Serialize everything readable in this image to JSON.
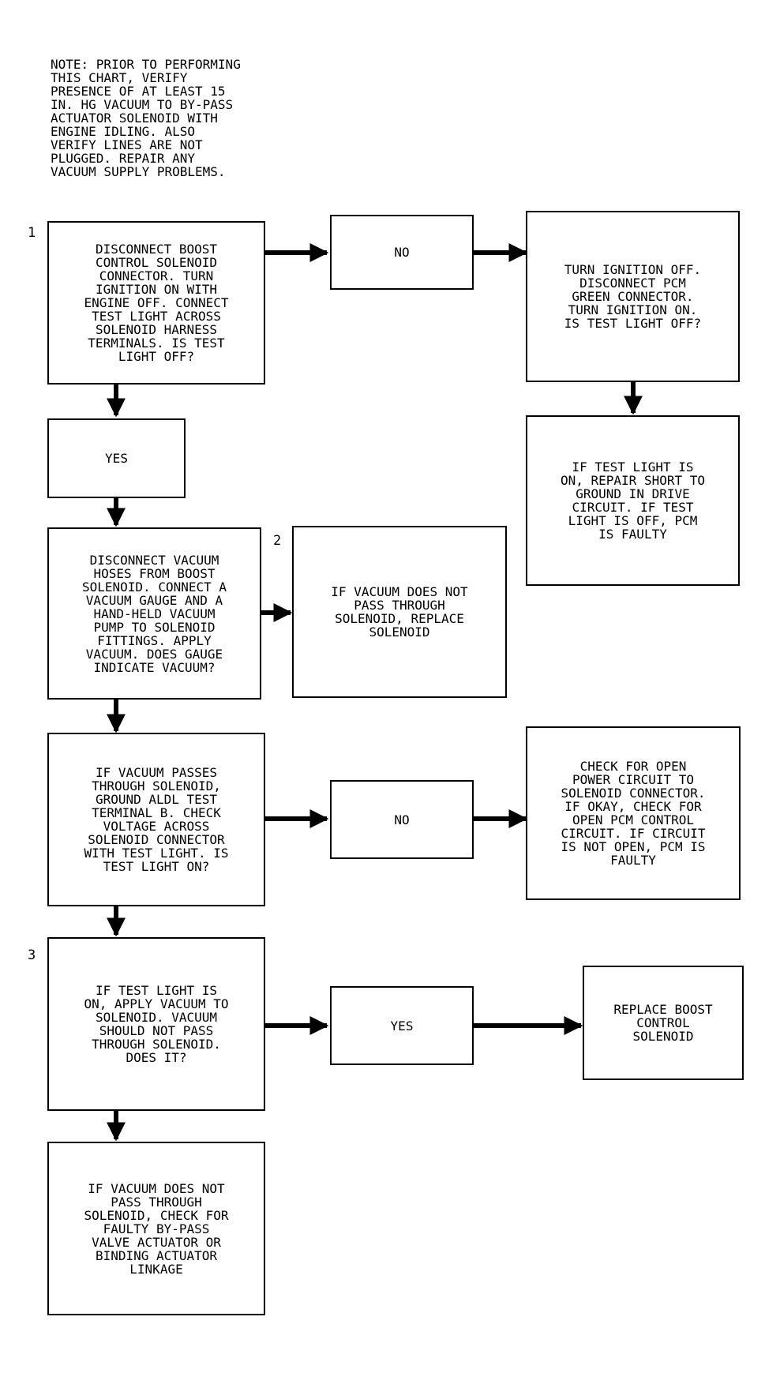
{
  "note": "NOTE: PRIOR TO PERFORMING\nTHIS CHART, VERIFY\nPRESENCE OF AT LEAST 15\nIN. HG VACUUM TO BY-PASS\nACTUATOR SOLENOID WITH\nENGINE IDLING. ALSO\nVERIFY LINES ARE NOT\nPLUGGED. REPAIR ANY\nVACUUM SUPPLY PROBLEMS.",
  "steps": {
    "s1": "1",
    "s2": "2",
    "s3": "3"
  },
  "boxes": {
    "b1": "DISCONNECT BOOST\nCONTROL SOLENOID\nCONNECTOR. TURN\nIGNITION ON WITH\nENGINE OFF. CONNECT\nTEST LIGHT ACROSS\nSOLENOID HARNESS\nTERMINALS. IS TEST\nLIGHT OFF?",
    "no1": "NO",
    "b1_no": "TURN IGNITION OFF.\nDISCONNECT PCM\nGREEN CONNECTOR.\nTURN IGNITION ON.\nIS TEST LIGHT OFF?",
    "b1_no_result": "IF TEST LIGHT IS\nON, REPAIR SHORT TO\nGROUND IN DRIVE\nCIRCUIT. IF TEST\nLIGHT IS OFF, PCM\nIS FAULTY",
    "yes1": "YES",
    "b2": "DISCONNECT VACUUM\nHOSES FROM BOOST\nSOLENOID. CONNECT A\nVACUUM GAUGE AND A\nHAND-HELD VACUUM\nPUMP TO SOLENOID\nFITTINGS. APPLY\nVACUUM. DOES GAUGE\nINDICATE VACUUM?",
    "b2_result": "IF VACUUM DOES NOT\nPASS THROUGH\nSOLENOID, REPLACE\nSOLENOID",
    "b3": "IF VACUUM PASSES\nTHROUGH SOLENOID,\nGROUND ALDL TEST\nTERMINAL B. CHECK\nVOLTAGE ACROSS\nSOLENOID CONNECTOR\nWITH TEST LIGHT. IS\nTEST LIGHT ON?",
    "no2": "NO",
    "b3_no": "CHECK FOR OPEN\nPOWER CIRCUIT TO\nSOLENOID CONNECTOR.\nIF OKAY, CHECK FOR\nOPEN PCM CONTROL\nCIRCUIT. IF CIRCUIT\nIS NOT OPEN, PCM IS\nFAULTY",
    "b4": "IF TEST LIGHT IS\nON, APPLY VACUUM TO\nSOLENOID. VACUUM\nSHOULD NOT PASS\nTHROUGH SOLENOID.\nDOES IT?",
    "yes2": "YES",
    "b4_yes": "REPLACE BOOST\nCONTROL\nSOLENOID",
    "b5": "IF VACUUM DOES NOT\nPASS THROUGH\nSOLENOID, CHECK FOR\nFAULTY BY-PASS\nVALVE ACTUATOR OR\nBINDING ACTUATOR\nLINKAGE"
  }
}
